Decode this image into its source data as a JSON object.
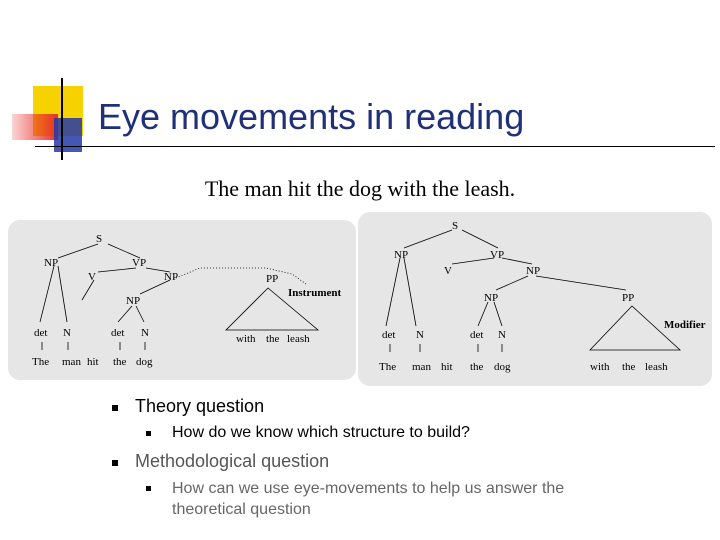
{
  "slide": {
    "title": "Eye movements in reading",
    "sentence": "The man hit the dog with the leash."
  },
  "tree_left": {
    "S": "S",
    "NP1": "NP",
    "VP": "VP",
    "V": "V",
    "NP2": "NP",
    "NP3": "NP",
    "PP": "PP",
    "instrument": "Instrument",
    "det1": "det",
    "N1": "N",
    "det2": "det",
    "N2": "N",
    "w_the": "The",
    "w_man": "man",
    "w_hit": "hit",
    "w_the2": "the",
    "w_dog": "dog",
    "w_with": "with",
    "w_the3": "the",
    "w_leash": "leash"
  },
  "tree_right": {
    "S": "S",
    "NP1": "NP",
    "VP": "VP",
    "V": "V",
    "NP2": "NP",
    "NP3": "NP",
    "PP": "PP",
    "modifier": "Modifier",
    "det1": "det",
    "N1": "N",
    "det2": "det",
    "N2": "N",
    "w_the": "The",
    "w_man": "man",
    "w_hit": "hit",
    "w_the2": "the",
    "w_dog": "dog",
    "w_with": "with",
    "w_the3": "the",
    "w_leash": "leash"
  },
  "bullets": {
    "theory": "Theory question",
    "theory_sub": "How do we know which structure to build?",
    "method": "Methodological question",
    "method_sub": "How can we use eye-movements to help us answer the theoretical question"
  },
  "colors": {
    "title": "#1f2f7a",
    "deco_yellow": "#f5d200",
    "deco_red": "#e8302a",
    "deco_blue": "#2438a8",
    "panel": "#e6e6e6"
  }
}
